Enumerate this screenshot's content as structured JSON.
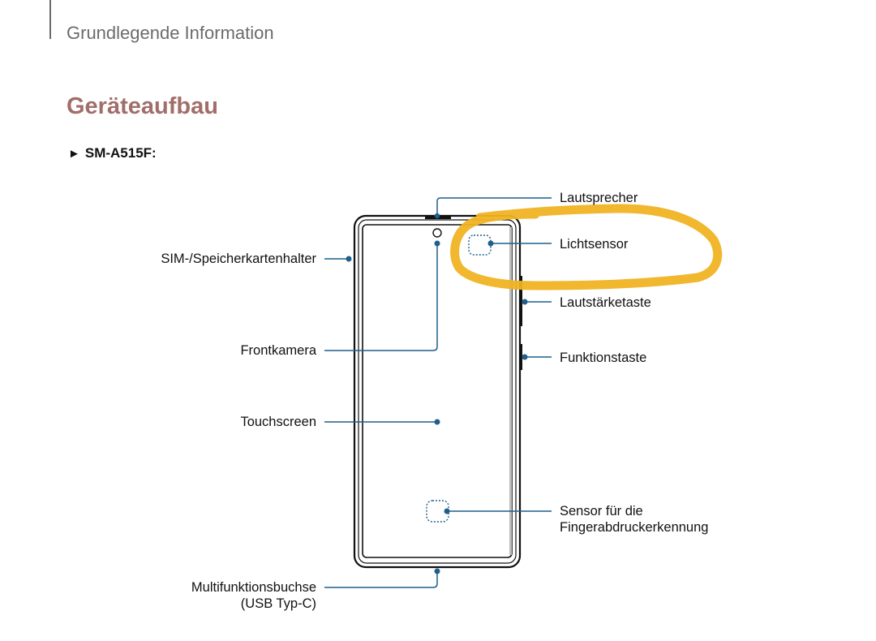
{
  "header": {
    "section_title": "Grundlegende Information"
  },
  "page": {
    "heading": "Geräteaufbau",
    "model_arrow": "►",
    "model": "SM-A515F:"
  },
  "labels": {
    "speaker": "Lautsprecher",
    "light_sensor": "Lichtsensor",
    "sim_tray": "SIM-/Speicherkartenhalter",
    "volume_key": "Lautstärketaste",
    "side_key": "Funktionstaste",
    "front_camera": "Frontkamera",
    "touchscreen": "Touchscreen",
    "fingerprint_line1": "Sensor für die",
    "fingerprint_line2": "Fingerabdruckerkennung",
    "usb_line1": "Multifunktionsbuchse",
    "usb_line2": "(USB Typ-C)"
  },
  "colors": {
    "heading": "#a16e6a",
    "callout": "#1f5f8b",
    "highlight": "#f0b323"
  }
}
